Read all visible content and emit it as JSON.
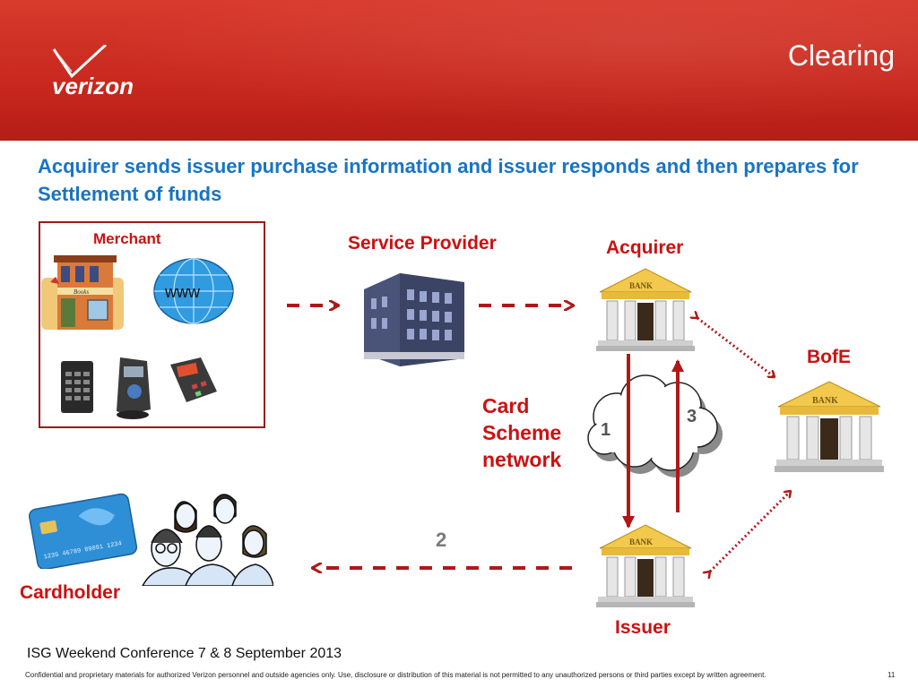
{
  "header": {
    "title": "Clearing",
    "logo_text": "verizon"
  },
  "subtitle": "Acquirer sends issuer purchase information and issuer responds and then prepares for Settlement of funds",
  "diagram": {
    "merchant_label": "Merchant",
    "www_label": "www",
    "shop_sign": "Books",
    "service_provider_label": "Service Provider",
    "acquirer_label": "Acquirer",
    "bofe_label": "BofE",
    "card_scheme_label_1": "Card",
    "card_scheme_label_2": "Scheme",
    "card_scheme_label_3": "network",
    "issuer_label": "Issuer",
    "cardholder_label": "Cardholder",
    "bank_text": "BANK",
    "step_1": "1",
    "step_2": "2",
    "step_3": "3",
    "card_number": "1235 46789 89091 1234"
  },
  "footer": {
    "event": "ISG Weekend Conference 7 & 8 September 2013",
    "confidential": "Confidential and proprietary materials for authorized Verizon personnel and outside agencies only. Use, disclosure or distribution of this material is not permitted to any unauthorized persons or third parties except by written agreement.",
    "page_number": "11"
  },
  "colors": {
    "header_red": "#c8281e",
    "subtitle_blue": "#1874c4",
    "label_red": "#cc1111",
    "arrow_red": "#b01818"
  }
}
